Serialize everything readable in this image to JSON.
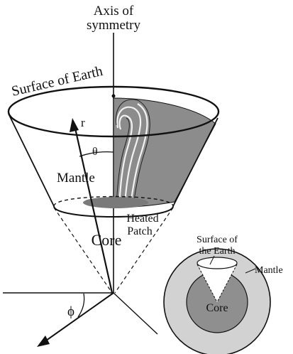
{
  "labels": {
    "axis_line1": "Axis of",
    "axis_line2": "symmetry",
    "surface": "Surface of Earth",
    "r": "r",
    "theta": "θ",
    "mantle": "Mantle",
    "heated_line1": "Heated",
    "heated_line2": "Patch",
    "core": "Core",
    "phi": "ϕ",
    "inset_surface_line1": "Surface of",
    "inset_surface_line2": "the Earth",
    "inset_mantle": "Mantle",
    "inset_core": "Core"
  },
  "colors": {
    "ink": "#111111",
    "plume_fill": "#8c8c8c",
    "patch_fill": "#7a7a7a",
    "inset_mantle_fill": "#d2d2d2",
    "inset_core_fill": "#8f8f8f"
  }
}
